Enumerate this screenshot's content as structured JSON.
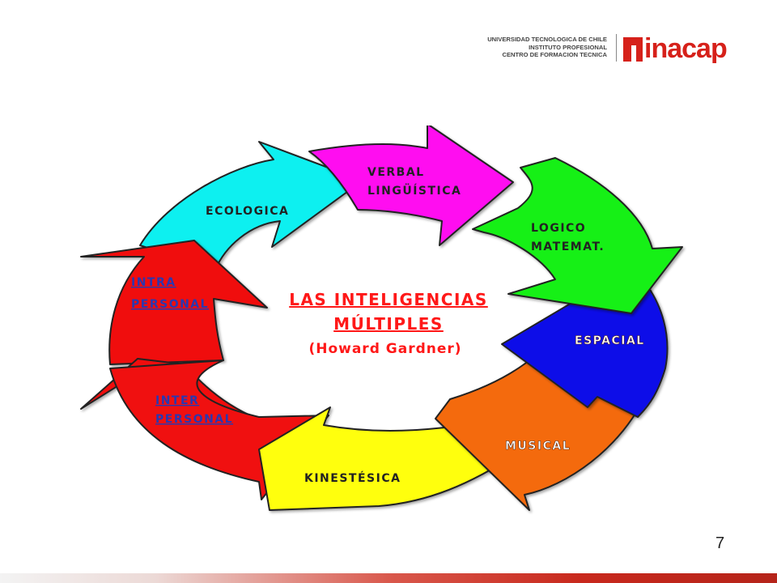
{
  "header": {
    "institution_lines": [
      "UNIVERSIDAD TECNOLOGICA DE CHILE",
      "INSTITUTO PROFESIONAL",
      "CENTRO DE FORMACION TECNICA"
    ],
    "brand": "inacap",
    "brand_color": "#d6211a"
  },
  "diagram": {
    "title_line1": "LAS INTELIGENCIAS",
    "title_line2": "MÚLTIPLES",
    "subtitle": "(Howard Gardner)",
    "segments": [
      {
        "name": "verbal",
        "lines": [
          "VERBAL",
          "LINGÜÍSTICA"
        ],
        "color": "#ff10f0"
      },
      {
        "name": "logico",
        "lines": [
          "LOGICO",
          "MATEMAT."
        ],
        "color": "#19f019"
      },
      {
        "name": "espacial",
        "lines": [
          "ESPACIAL"
        ],
        "color": "#1010e8"
      },
      {
        "name": "musical",
        "lines": [
          "MUSICAL"
        ],
        "color": "#f46a0c"
      },
      {
        "name": "kinestesica",
        "lines": [
          "KINESTÉSICA"
        ],
        "color": "#ffff10"
      },
      {
        "name": "interpersonal",
        "lines": [
          "INTER",
          "PERSONAL"
        ],
        "color": "#f01010"
      },
      {
        "name": "intrapersonal",
        "lines": [
          "INTRA",
          "PERSONAL"
        ],
        "color": "#f01010"
      },
      {
        "name": "ecologica",
        "lines": [
          "ECOLOGICA"
        ],
        "color": "#10f0f0"
      }
    ]
  },
  "page_number": "7"
}
